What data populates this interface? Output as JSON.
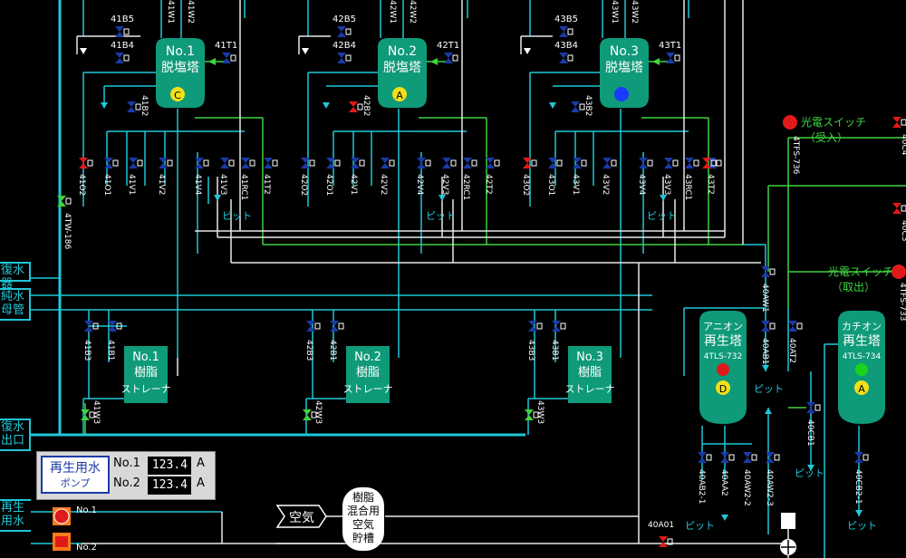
{
  "colors": {
    "pipe_cyan": "#1fc7d8",
    "pipe_green": "#3fd33f",
    "pipe_white": "#ffffff",
    "vessel": "#0f9a7a",
    "valve_blue": "#1a3aa8",
    "valve_red": "#e01a1a"
  },
  "towers": [
    {
      "no": "No.1",
      "name": "脱塩塔",
      "status": "C",
      "status_color": "#f2e01a",
      "temp_tag": "41T1",
      "valves_top": [
        "41B5",
        "41B4"
      ],
      "valve_41B2": "41B2",
      "tags": [
        "41O2",
        "41O1",
        "41V1",
        "41V2",
        "41V4",
        "41V3",
        "41RC1",
        "41T2"
      ],
      "top_tags": [
        "41W1",
        "41W2"
      ]
    },
    {
      "no": "No.2",
      "name": "脱塩塔",
      "status": "A",
      "status_color": "#f2e01a",
      "temp_tag": "42T1",
      "valves_top": [
        "42B5",
        "42B4"
      ],
      "valve_41B2": "42B2",
      "tags": [
        "42O2",
        "42O1",
        "42V1",
        "42V2",
        "42V4",
        "42V3",
        "42RC1",
        "42T2"
      ],
      "top_tags": [
        "42W1",
        "42W2"
      ]
    },
    {
      "no": "No.3",
      "name": "脱塩塔",
      "status": "",
      "status_color": "#1a3aff",
      "temp_tag": "43T1",
      "valves_top": [
        "43B5",
        "43B4"
      ],
      "valve_41B2": "43B2",
      "tags": [
        "43O2",
        "43O1",
        "43V1",
        "43V2",
        "43V4",
        "43V3",
        "43RC1",
        "43T2"
      ],
      "top_tags": [
        "43W1",
        "43W2"
      ]
    }
  ],
  "pit_label": "ピット",
  "strainers": [
    {
      "no": "No.1",
      "line1": "樹脂",
      "line2": "ストレーナ",
      "tags": [
        "41B3",
        "41B1"
      ],
      "w_tag": "41W3"
    },
    {
      "no": "No.2",
      "line1": "樹脂",
      "line2": "ストレーナ",
      "tags": [
        "42B3",
        "42B1"
      ],
      "w_tag": "42W3"
    },
    {
      "no": "No.3",
      "line1": "樹脂",
      "line2": "ストレーナ",
      "tags": [
        "43B3",
        "43B1"
      ],
      "w_tag": "43W3"
    }
  ],
  "side_labels": {
    "condenser": "復水器",
    "pure_water_1": "純水",
    "pure_water_2": "母管",
    "outlet_1": "復水",
    "outlet_2": "出口",
    "regen_1": "再生",
    "regen_2": "用水"
  },
  "pump_panel": {
    "title_1": "再生用水",
    "title_2": "ポンプ",
    "rows": [
      {
        "label": "No.1",
        "value": "123.4",
        "unit": "A"
      },
      {
        "label": "No.2",
        "value": "123.4",
        "unit": "A"
      }
    ]
  },
  "pumps": [
    "No.1",
    "No.2"
  ],
  "air_label": "空気",
  "resin_tank": [
    "樹脂",
    "混合用",
    "空気",
    "貯槽"
  ],
  "anion_tower": {
    "line1": "アニオン",
    "line2": "再生塔",
    "tag": "4TLS-732",
    "status": "D",
    "lamp_color": "#e01a1a"
  },
  "cation_tower": {
    "line1": "カチオン",
    "line2": "再生塔",
    "tag": "4TLS-734",
    "status": "A",
    "lamp_color": "#1ad31a"
  },
  "photo_switch_recv": {
    "line1": "光電スイッチ",
    "line2": "（受入）",
    "tag": "4TFS-736"
  },
  "photo_switch_out": {
    "line1": "光電スイッチ",
    "line2": "（取出）",
    "tag": "4TFS-733"
  },
  "misc_tags": {
    "tw": "4TW-186",
    "aw1": "40AW1",
    "ab1": "40AB1",
    "at2": "40AT2",
    "cb1": "40CB1",
    "ab2": "40AB2-1",
    "aa2": "40AA2",
    "aw2_2": "40AW2-2",
    "aw2_3": "40AW2-3",
    "cb2": "40CB2-1",
    "aa01": "40A01",
    "c4": "40C4",
    "c3": "40C3"
  }
}
